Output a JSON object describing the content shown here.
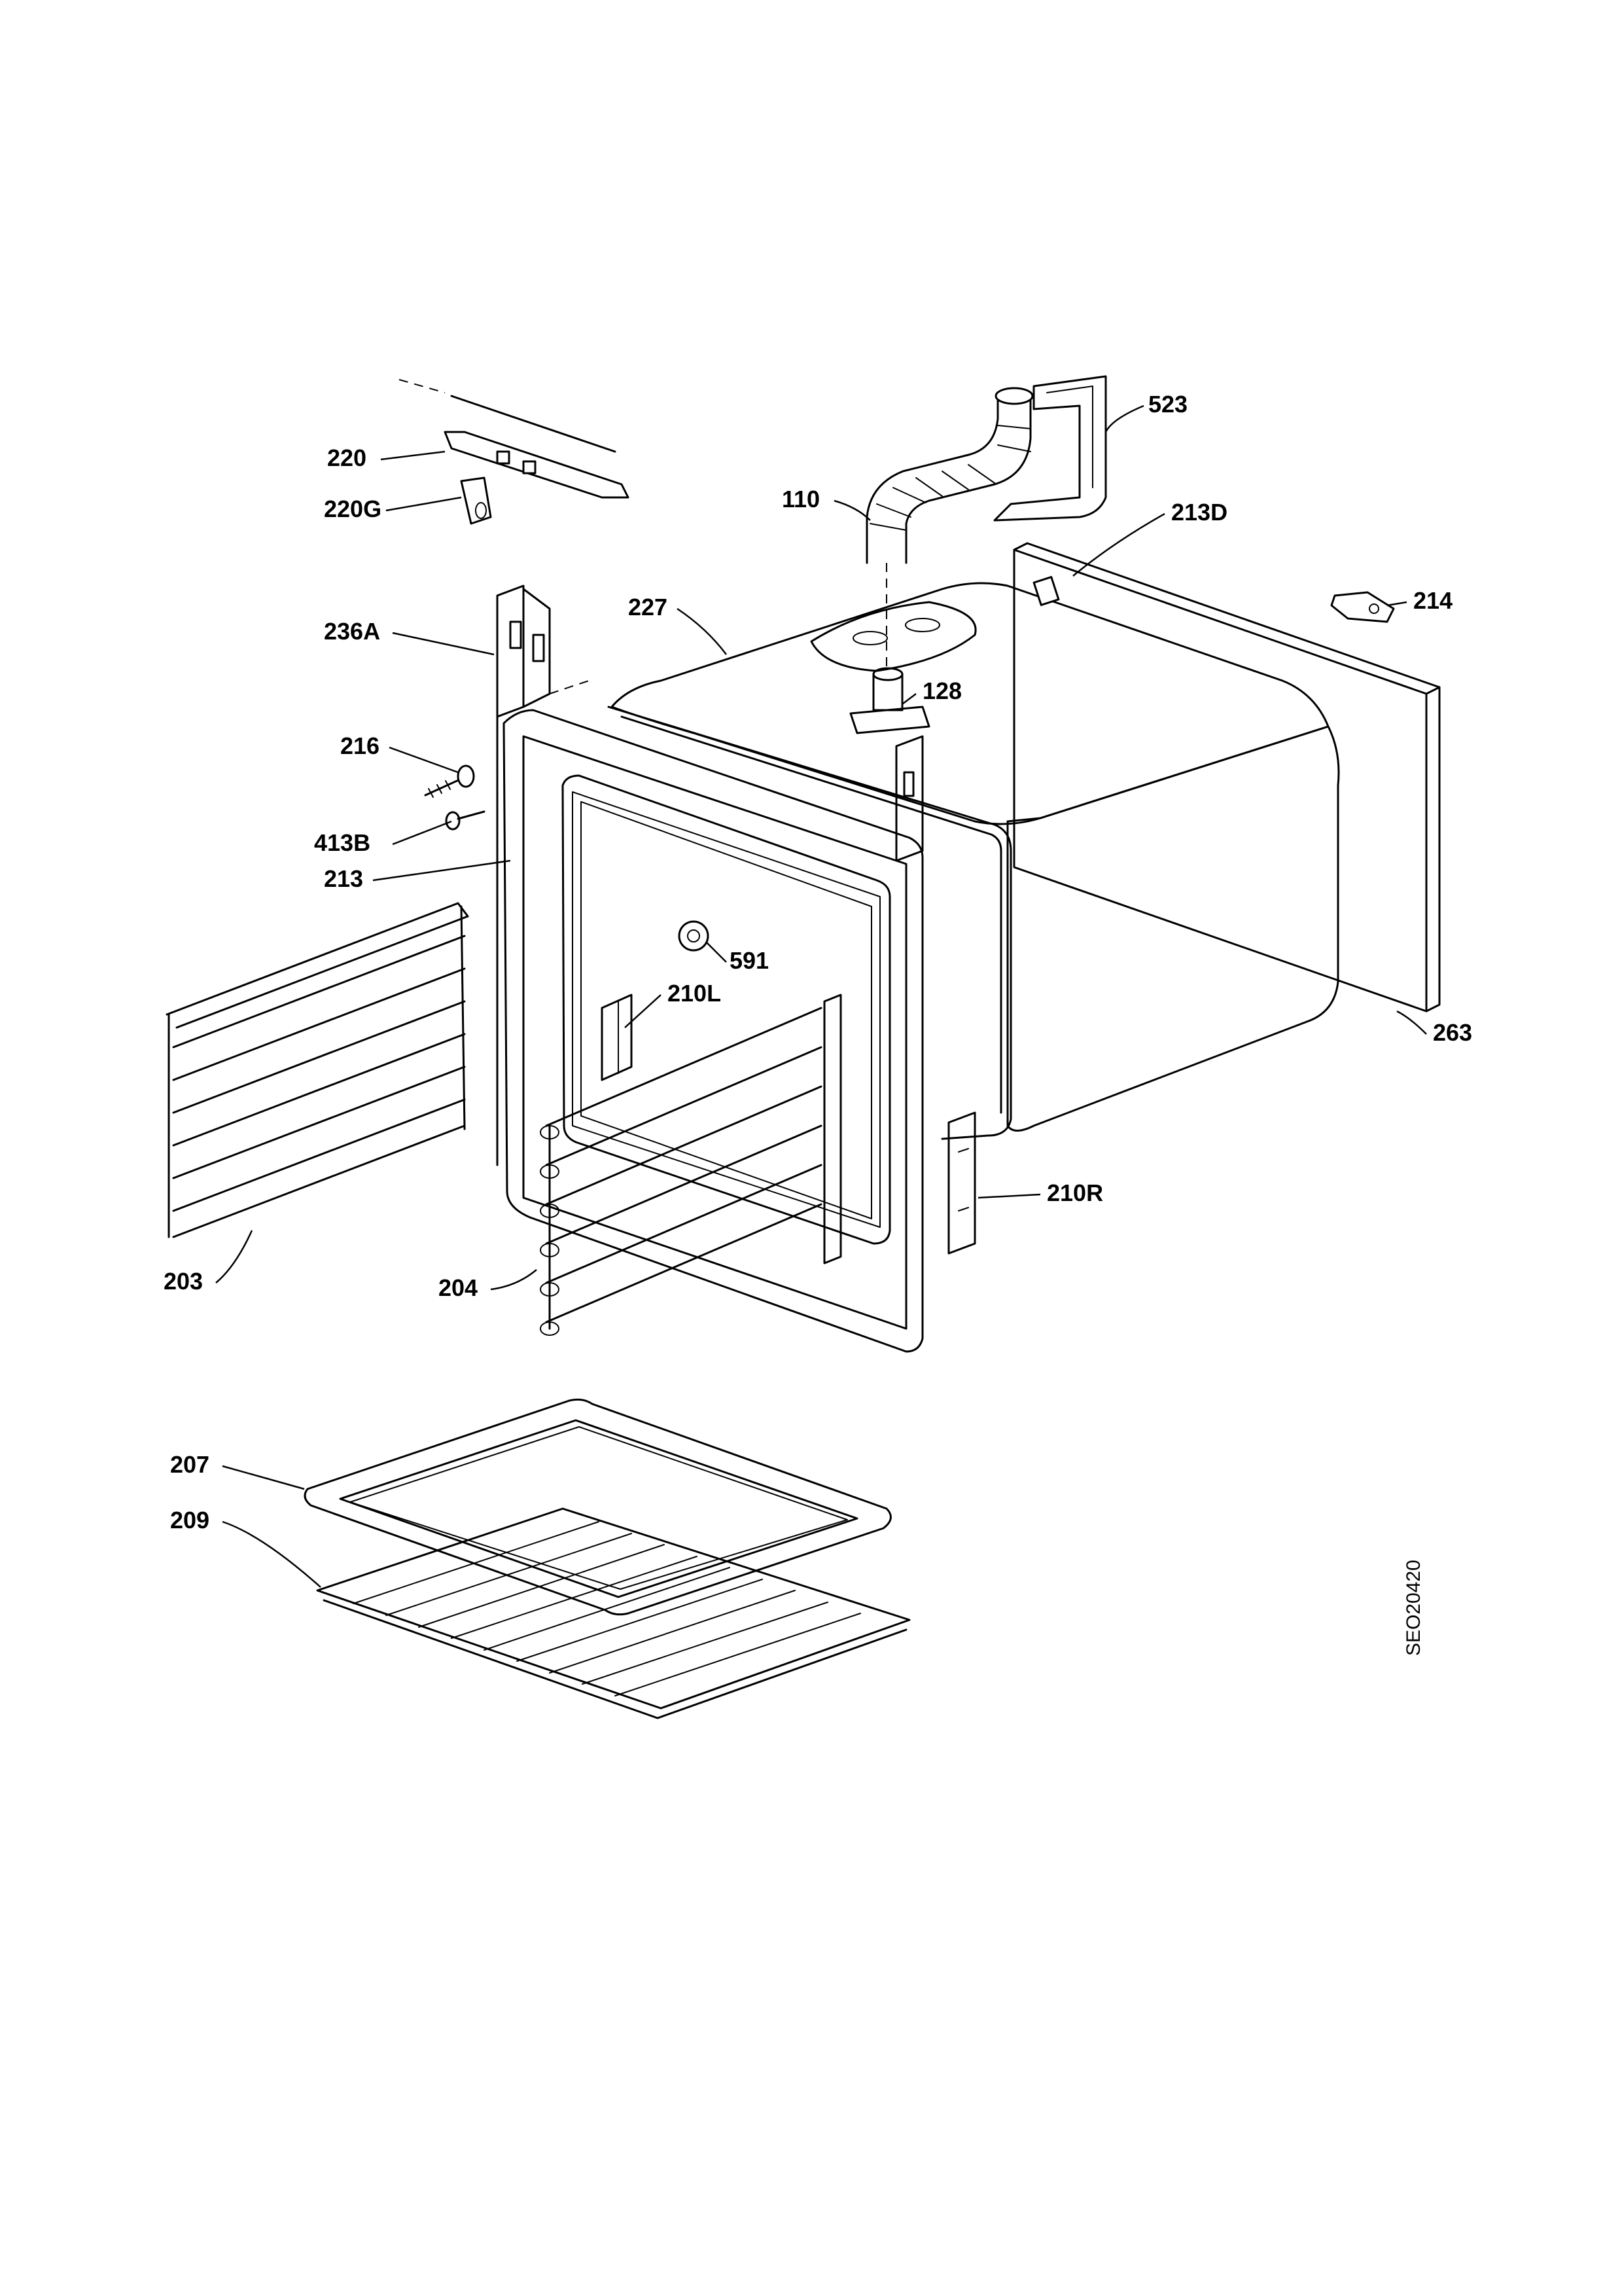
{
  "document_code": "SEO20420",
  "part_labels": {
    "p523": "523",
    "p110": "110",
    "p213D": "213D",
    "p214": "214",
    "p220": "220",
    "p220G": "220G",
    "p236A": "236A",
    "p227": "227",
    "p128": "128",
    "p216": "216",
    "p413B": "413B",
    "p213": "213",
    "p591": "591",
    "p210L": "210L",
    "p263": "263",
    "p210R": "210R",
    "p203": "203",
    "p204": "204",
    "p207": "207",
    "p209": "209"
  }
}
